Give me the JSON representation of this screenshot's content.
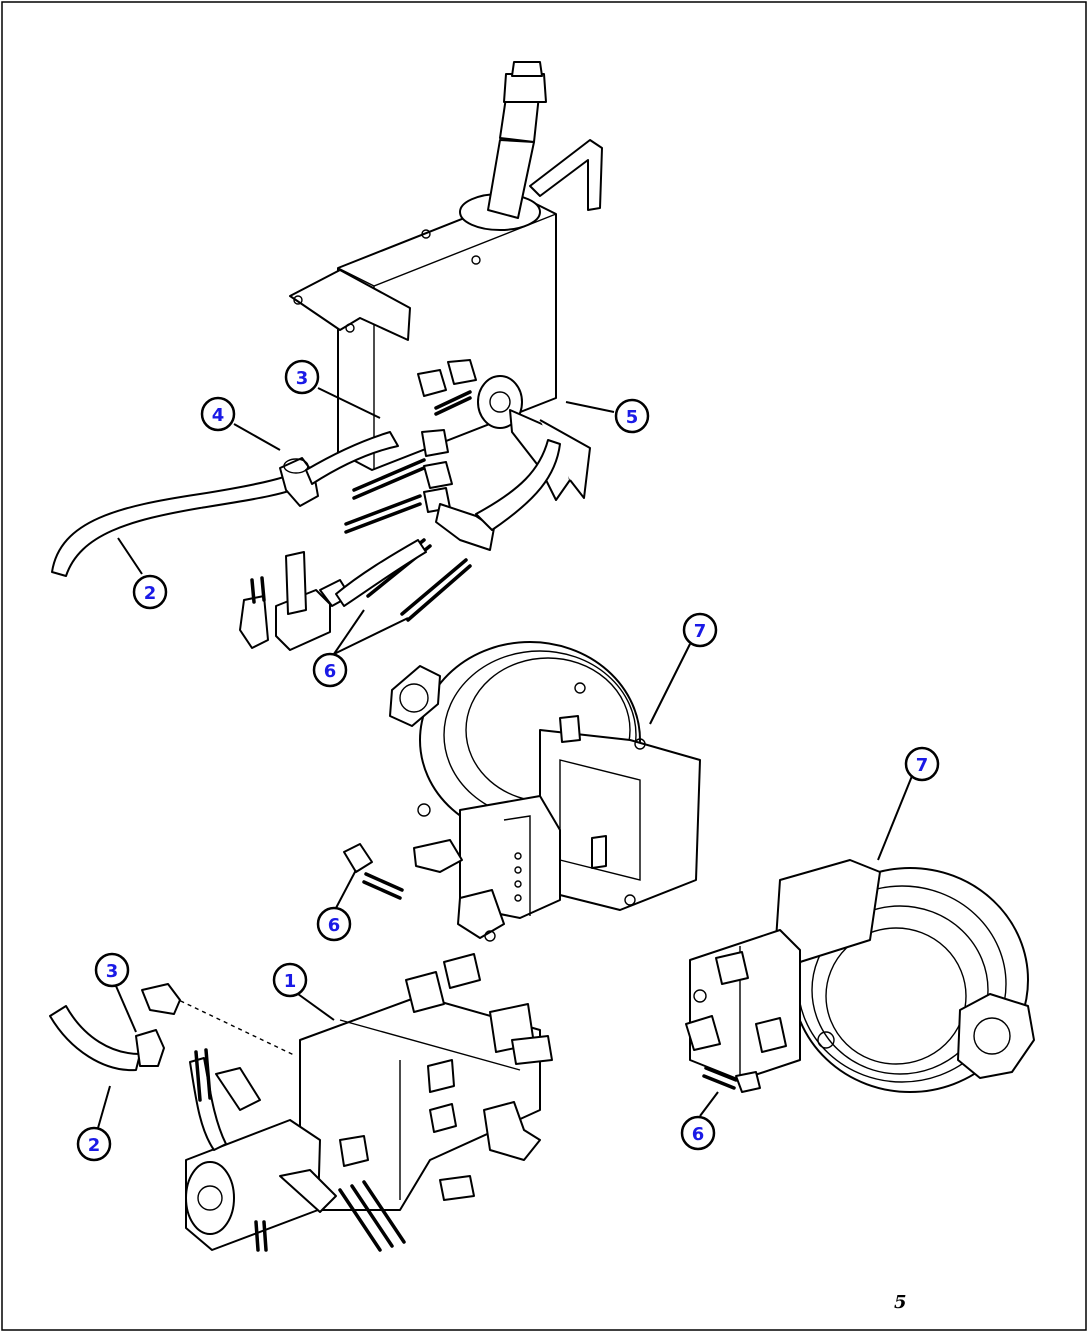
{
  "callouts": [
    {
      "id": "c3-top",
      "label": "3"
    },
    {
      "id": "c4",
      "label": "4"
    },
    {
      "id": "c5",
      "label": "5"
    },
    {
      "id": "c2-top",
      "label": "2"
    },
    {
      "id": "c6-top",
      "label": "6"
    },
    {
      "id": "c7-left",
      "label": "7"
    },
    {
      "id": "c7-right",
      "label": "7"
    },
    {
      "id": "c6-mid",
      "label": "6"
    },
    {
      "id": "c3-bot",
      "label": "3"
    },
    {
      "id": "c1",
      "label": "1"
    },
    {
      "id": "c2-bot",
      "label": "2"
    },
    {
      "id": "c6-right",
      "label": "6"
    }
  ],
  "sheet_mark": "5"
}
